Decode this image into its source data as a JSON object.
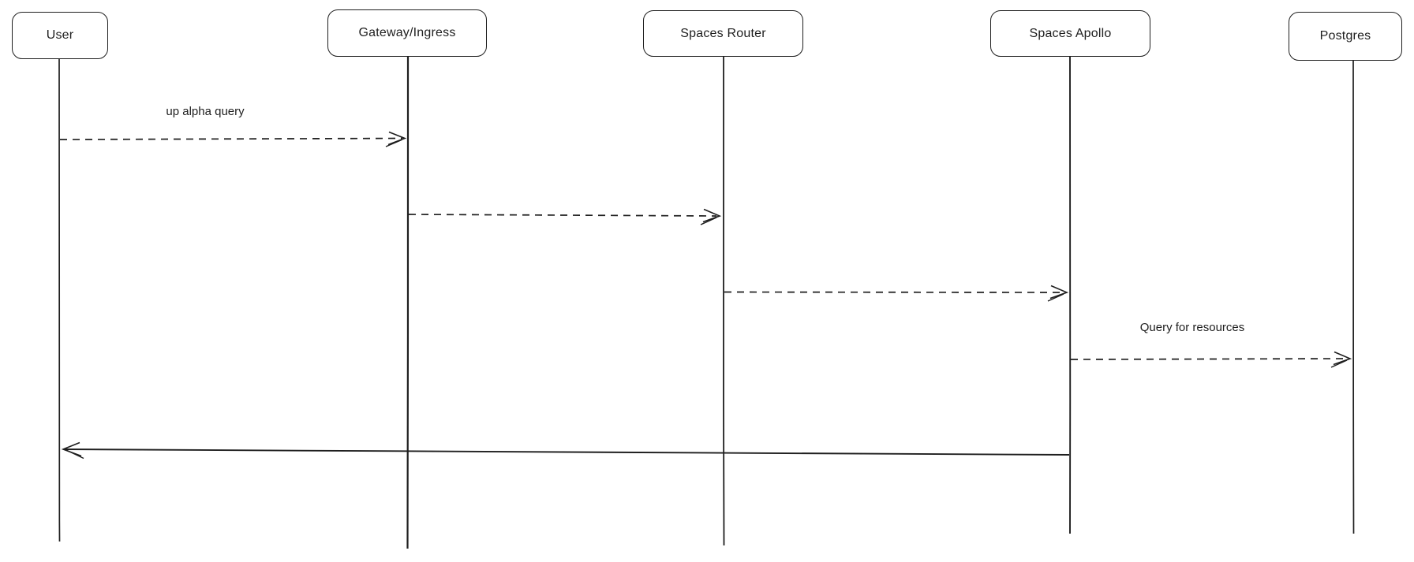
{
  "diagram": {
    "type": "sequence-diagram",
    "background_color": "#ffffff",
    "stroke_color": "#1e1e1e",
    "actors": [
      {
        "id": "user",
        "label": "User"
      },
      {
        "id": "gateway-ingress",
        "label": "Gateway/Ingress"
      },
      {
        "id": "spaces-router",
        "label": "Spaces Router"
      },
      {
        "id": "spaces-apollo",
        "label": "Spaces Apollo"
      },
      {
        "id": "postgres",
        "label": "Postgres"
      }
    ],
    "messages": [
      {
        "from": "User",
        "to": "Gateway/Ingress",
        "label": "up alpha query",
        "line_style": "dashed"
      },
      {
        "from": "Gateway/Ingress",
        "to": "Spaces Router",
        "label": "",
        "line_style": "dashed"
      },
      {
        "from": "Spaces Router",
        "to": "Spaces Apollo",
        "label": "",
        "line_style": "dashed"
      },
      {
        "from": "Spaces Apollo",
        "to": "Postgres",
        "label": "Query for resources",
        "line_style": "dashed"
      },
      {
        "from": "Spaces Apollo",
        "to": "User",
        "label": "",
        "line_style": "solid"
      }
    ]
  }
}
